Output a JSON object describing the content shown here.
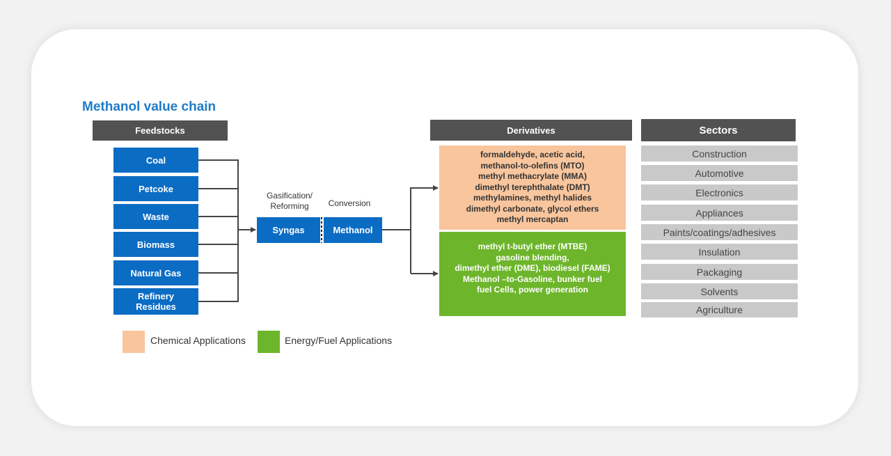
{
  "title": "Methanol value chain",
  "headers": {
    "feedstocks": "Feedstocks",
    "derivatives": "Derivatives",
    "sectors": "Sectors"
  },
  "feedstocks": [
    "Coal",
    "Petcoke",
    "Waste",
    "Biomass",
    "Natural Gas",
    "Refinery Residues"
  ],
  "process": {
    "gasification_label_1": "Gasification/",
    "gasification_label_2": "Reforming",
    "conversion_label": "Conversion",
    "syngas": "Syngas",
    "methanol": "Methanol"
  },
  "derivatives": {
    "chemical": [
      "formaldehyde, acetic acid,",
      "methanol-to-olefins (MTO)",
      "methyl methacrylate (MMA)",
      "dimethyl terephthalate (DMT)",
      "methylamines, methyl halides",
      "dimethyl carbonate, glycol ethers",
      "methyl mercaptan"
    ],
    "energy": [
      "methyl t-butyl ether (MTBE)",
      "gasoline blending,",
      "dimethyl ether (DME), biodiesel (FAME)",
      "Methanol –to-Gasoline, bunker fuel",
      "fuel Cells, power generation"
    ]
  },
  "sectors": [
    "Construction",
    "Automotive",
    "Electronics",
    "Appliances",
    "Paints/coatings/adhesives",
    "Insulation",
    "Packaging",
    "Solvents",
    "Agriculture"
  ],
  "legend": {
    "chemical": "Chemical Applications",
    "energy": "Energy/Fuel Applications"
  },
  "colors": {
    "title": "#1f7bc8",
    "feedstock_fill": "#0b6cc4",
    "header_fill": "#525252",
    "chemical_fill": "#f8c59d",
    "energy_fill": "#6db52b",
    "sector_fill": "#c9c9c9",
    "connector": "#444444"
  }
}
